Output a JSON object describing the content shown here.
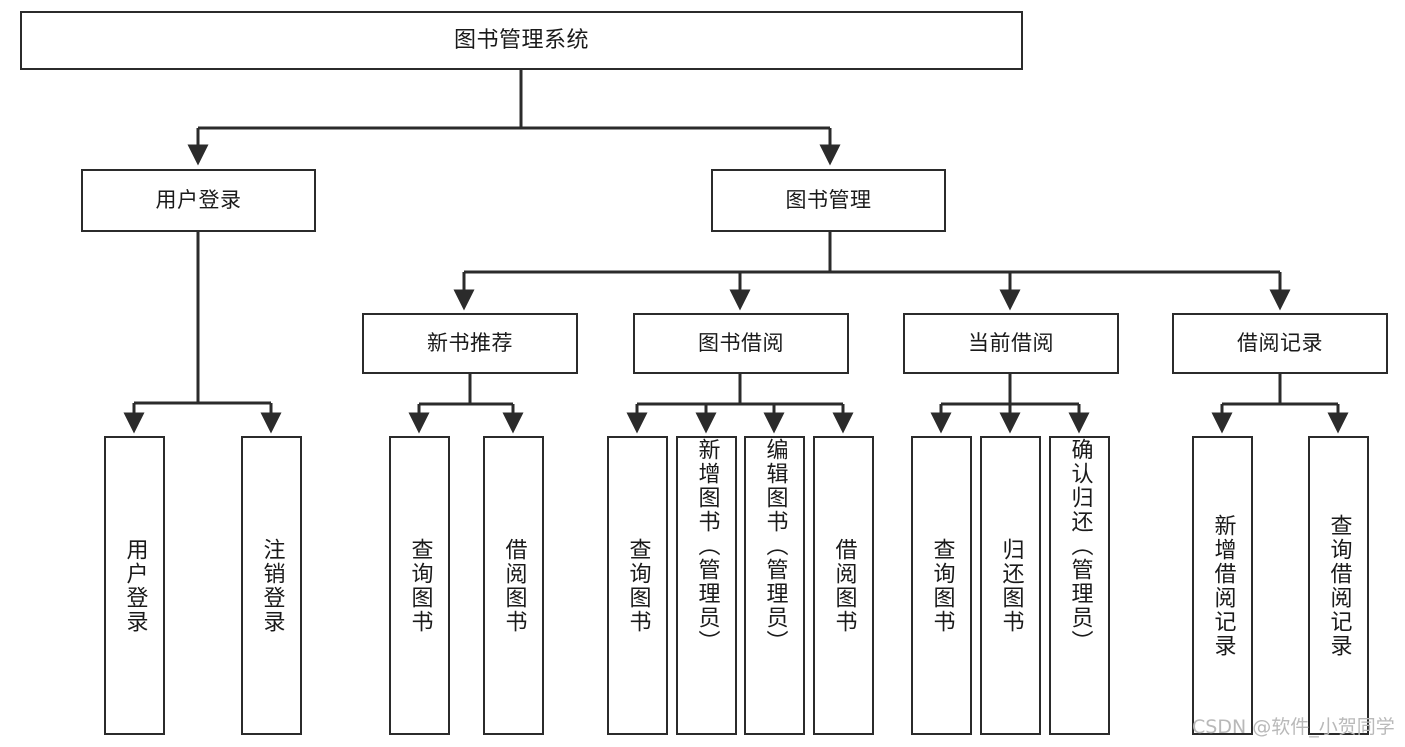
{
  "diagram": {
    "type": "tree-hierarchy",
    "title": "图书管理系统",
    "watermark": "CSDN @软件_小贺同学",
    "colors": {
      "border": "#2b2b2b",
      "background": "#ffffff",
      "text": "#1a1a1a",
      "watermark": "#b9b9b9"
    },
    "levels": {
      "root": {
        "label": "图书管理系统"
      },
      "level2": [
        {
          "label": "用户登录"
        },
        {
          "label": "图书管理"
        }
      ],
      "level3": [
        {
          "label": "新书推荐"
        },
        {
          "label": "图书借阅"
        },
        {
          "label": "当前借阅"
        },
        {
          "label": "借阅记录"
        }
      ],
      "leaves": [
        {
          "label": "用户登录",
          "parent": "用户登录"
        },
        {
          "label": "注销登录",
          "parent": "用户登录"
        },
        {
          "label": "查询图书",
          "parent": "新书推荐"
        },
        {
          "label": "借阅图书",
          "parent": "新书推荐"
        },
        {
          "label": "查询图书",
          "parent": "图书借阅"
        },
        {
          "label": "新增图书（管理员）",
          "parent": "图书借阅"
        },
        {
          "label": "编辑图书（管理员）",
          "parent": "图书借阅"
        },
        {
          "label": "借阅图书",
          "parent": "图书借阅"
        },
        {
          "label": "查询图书",
          "parent": "当前借阅"
        },
        {
          "label": "归还图书",
          "parent": "当前借阅"
        },
        {
          "label": "确认归还（管理员）",
          "parent": "当前借阅"
        },
        {
          "label": "新增借阅记录",
          "parent": "借阅记录"
        },
        {
          "label": "查询借阅记录",
          "parent": "借阅记录"
        }
      ]
    }
  }
}
